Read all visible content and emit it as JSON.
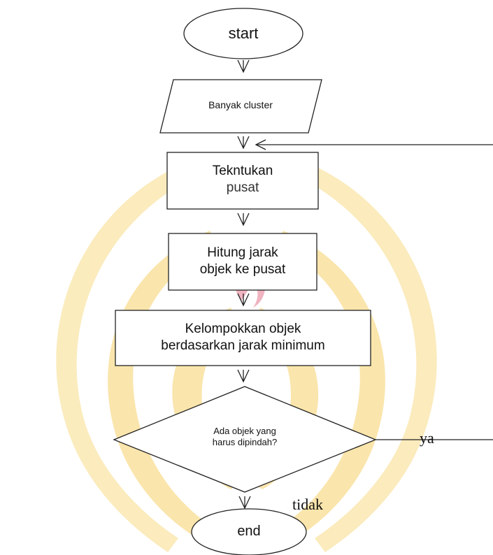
{
  "nodes": {
    "start": "start",
    "input": "Banyak cluster",
    "step1_line1": "Tekntukan",
    "step1_line2": "pusat",
    "step2_line1": "Hitung jarak",
    "step2_line2": "objek ke pusat",
    "step3_line1": "Kelompokkan objek",
    "step3_line2": "berdasarkan jarak minimum",
    "decision_line1": "Ada objek yang",
    "decision_line2": "harus dipindah?",
    "end": "end"
  },
  "edges": {
    "yes_label": "ya",
    "no_label": "tidak"
  },
  "watermark": {
    "color_gold": "#f6d06a",
    "color_red": "#d9232e",
    "color_orange": "#f2a03a"
  }
}
